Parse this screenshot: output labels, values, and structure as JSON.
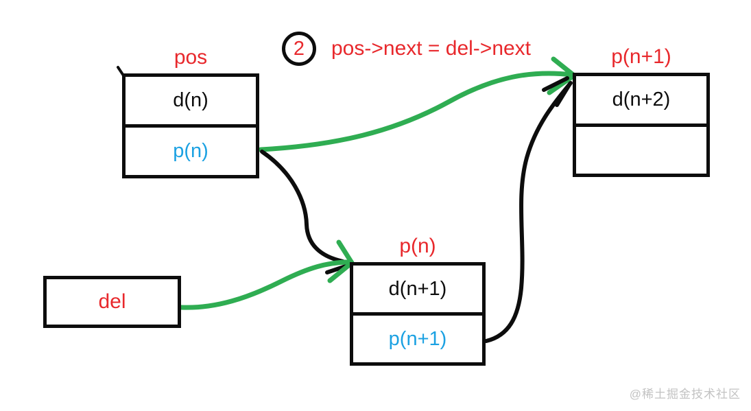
{
  "annotation": {
    "step_number": "2",
    "equation": "pos->next = del->next"
  },
  "nodes": {
    "pos": {
      "label": "pos",
      "data_cell": "d(n)",
      "pointer_cell": "p(n)"
    },
    "pn1": {
      "label": "p(n+1)",
      "data_cell": "d(n+2)",
      "pointer_cell": ""
    },
    "pn": {
      "label": "p(n)",
      "data_cell": "d(n+1)",
      "pointer_cell": "p(n+1)"
    },
    "del": {
      "label": "del"
    }
  },
  "edges": [
    {
      "id": "pos-pointer-to-pn1",
      "from": "pos.p(n)",
      "to": "p(n+1) node",
      "color_key": "green"
    },
    {
      "id": "pos-pointer-to-pn",
      "from": "pos.p(n)",
      "to": "p(n) node",
      "color_key": "black"
    },
    {
      "id": "del-to-pn",
      "from": "del",
      "to": "p(n) node",
      "color_key": "green"
    },
    {
      "id": "pn-pointer-to-pn1",
      "from": "p(n).p(n+1)",
      "to": "p(n+1) node",
      "color_key": "black"
    }
  ],
  "colors": {
    "red": "#e8282c",
    "blue": "#1ba1e2",
    "green": "#2fad52",
    "black": "#0d0d0d",
    "watermark_gray": "#c2c2c2"
  },
  "watermark": "@稀土掘金技术社区"
}
